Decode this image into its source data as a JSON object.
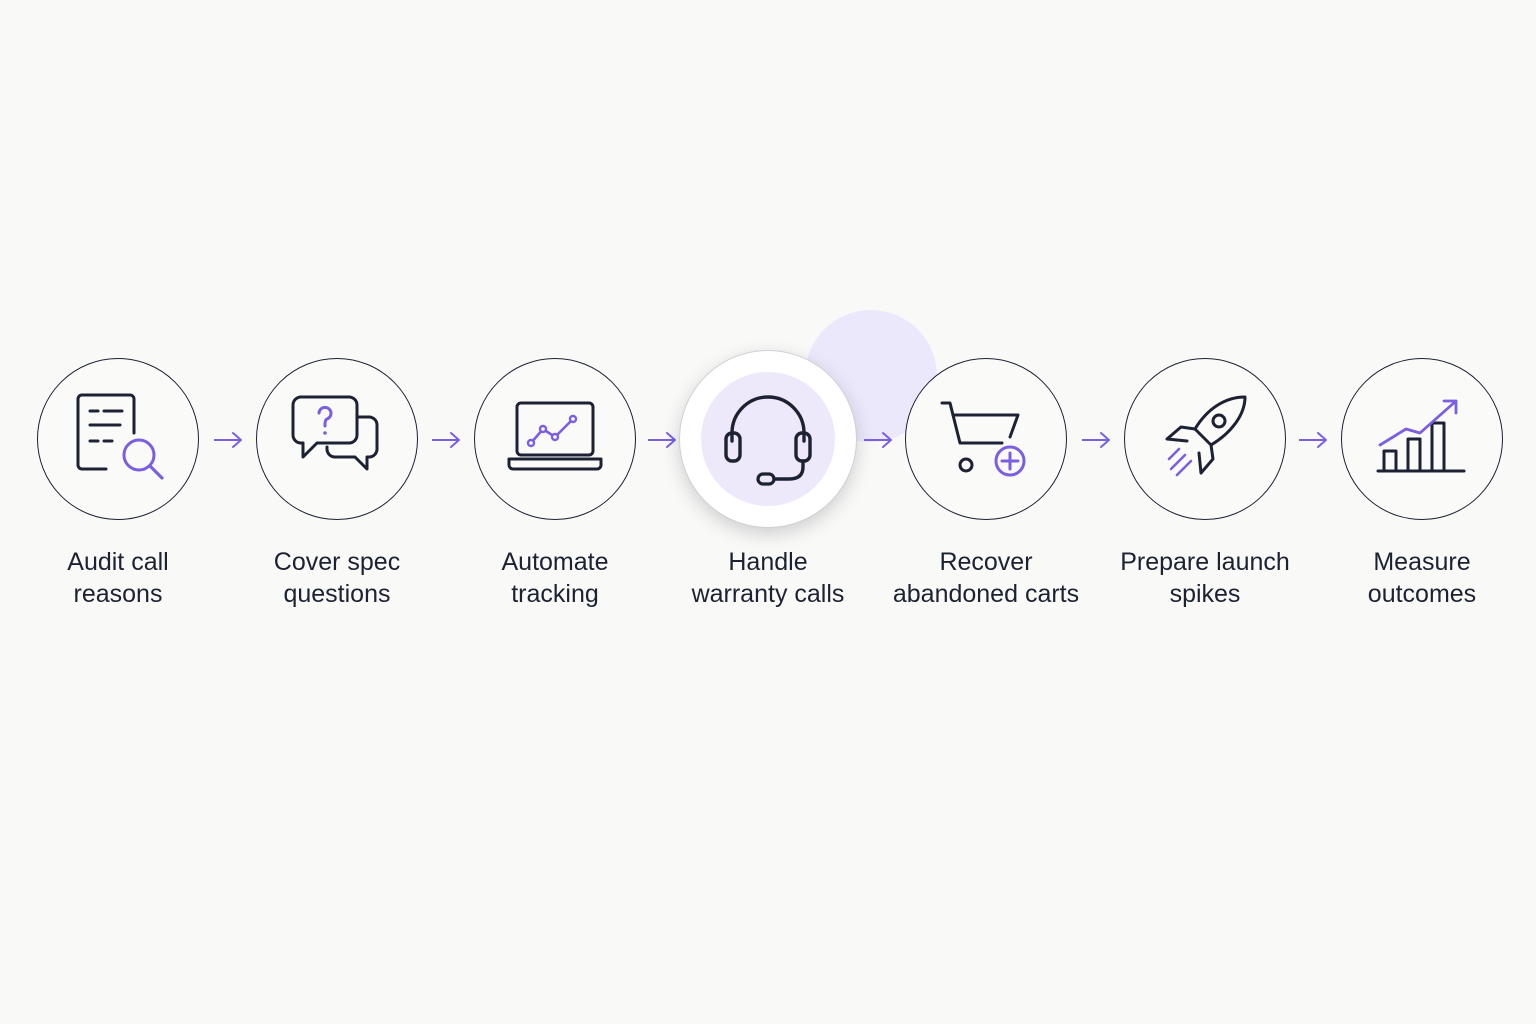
{
  "colors": {
    "background": "#f9f9f7",
    "ink": "#1c2233",
    "accent": "#7b5fe0",
    "highlight": "#ece8fb"
  },
  "steps": [
    {
      "label_line1": "Audit call",
      "label_line2": "reasons",
      "icon": "document-search-icon",
      "active": false
    },
    {
      "label_line1": "Cover spec",
      "label_line2": "questions",
      "icon": "chat-question-icon",
      "active": false
    },
    {
      "label_line1": "Automate",
      "label_line2": "tracking",
      "icon": "laptop-chart-icon",
      "active": false
    },
    {
      "label_line1": "Handle",
      "label_line2": "warranty calls",
      "icon": "headset-icon",
      "active": true
    },
    {
      "label_line1": "Recover",
      "label_line2": "abandoned carts",
      "icon": "cart-plus-icon",
      "active": false
    },
    {
      "label_line1": "Prepare launch",
      "label_line2": "spikes",
      "icon": "rocket-icon",
      "active": false
    },
    {
      "label_line1": "Measure",
      "label_line2": "outcomes",
      "icon": "growth-chart-icon",
      "active": false
    }
  ]
}
